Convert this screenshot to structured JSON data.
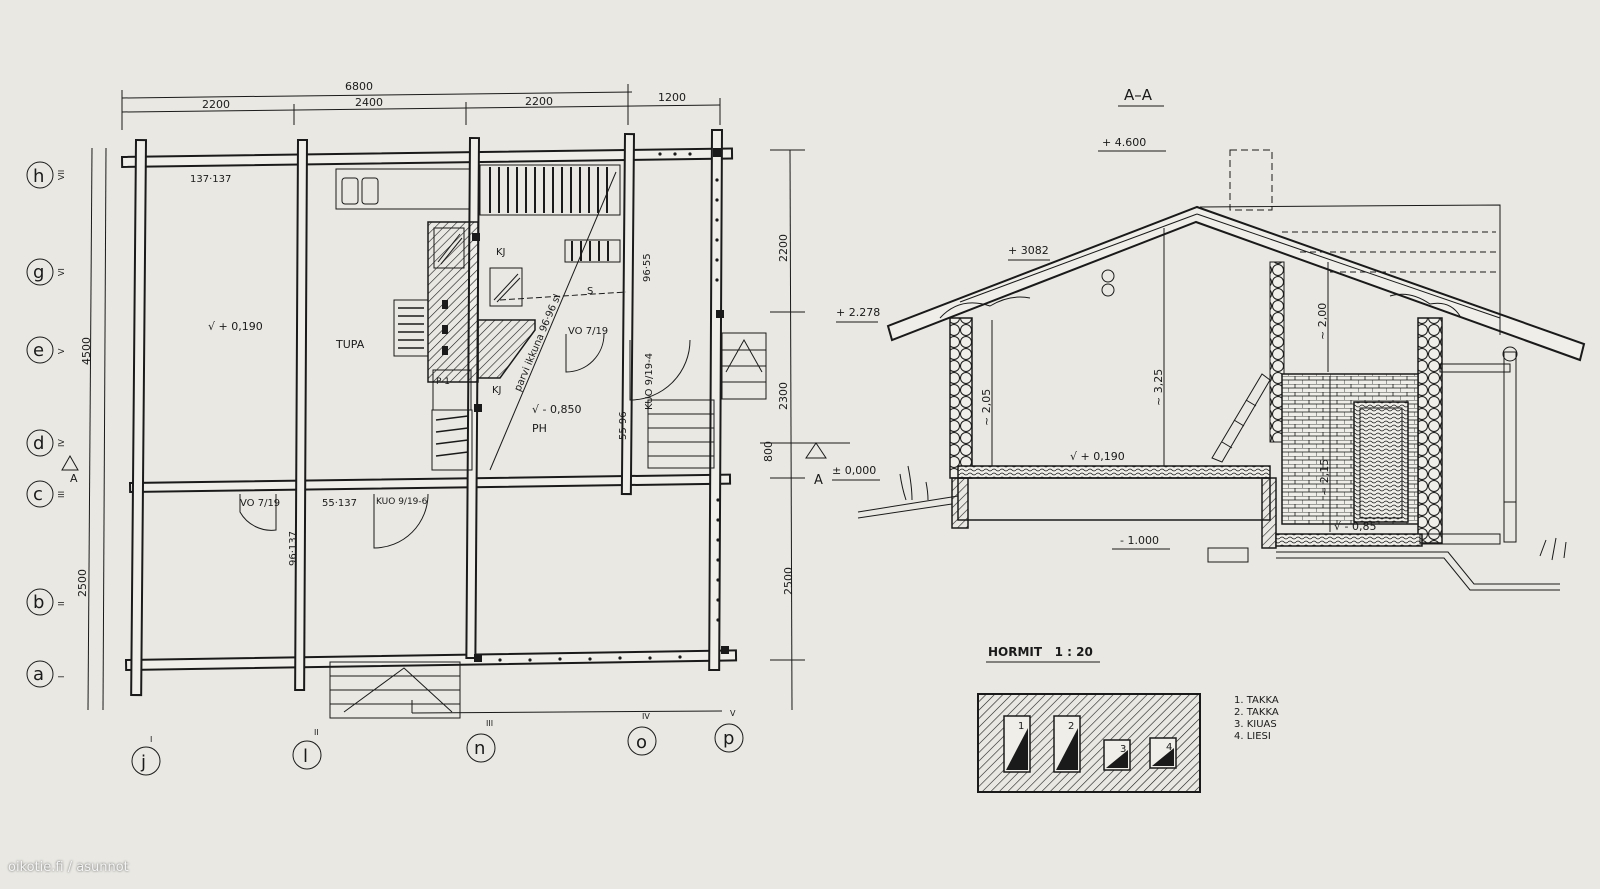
{
  "plan": {
    "dims_top": [
      "6800",
      "2200",
      "2400",
      "2200",
      "1200"
    ],
    "dims_right": [
      "2200",
      "2300",
      "800",
      "2500"
    ],
    "dims_left": [
      "4500",
      "2500"
    ],
    "grid_rows": [
      {
        "letter": "h",
        "roman": "VII"
      },
      {
        "letter": "g",
        "roman": "VI"
      },
      {
        "letter": "e",
        "roman": "V"
      },
      {
        "letter": "d",
        "roman": "IV"
      },
      {
        "letter": "c",
        "roman": "III"
      },
      {
        "letter": "b",
        "roman": "II"
      },
      {
        "letter": "a",
        "roman": "I"
      }
    ],
    "grid_cols": [
      {
        "letter": "j",
        "roman": "I"
      },
      {
        "letter": "l",
        "roman": "II"
      },
      {
        "letter": "n",
        "roman": "III"
      },
      {
        "letter": "o",
        "roman": "IV"
      },
      {
        "letter": "p",
        "roman": "V"
      }
    ],
    "labels": {
      "log_top": "137·137",
      "level_tupa": "√ + 0,190",
      "tupa": "TUPA",
      "kj1": "KJ",
      "kj2": "KJ",
      "p1": "P 1",
      "s": "S",
      "vo1": "VO 7/19",
      "vo2": "VO 7/19",
      "kuo1": "KUO 9/19-4",
      "kuo2": "KUO 9/19-6",
      "level_ph": "√ - 0,850",
      "ph": "PH",
      "log_96_55": "96·55",
      "log_55_96": "55·96",
      "log_55_137": "55·137",
      "log_96_137": "96·137",
      "window_note": "parvi ikkuna 96·96 sl",
      "section_mark": "A"
    }
  },
  "section": {
    "title": "A–A",
    "levels": [
      "+ 4.600",
      "+ 3082",
      "+ 2.278",
      "± 0,000",
      "- 1.000"
    ],
    "heights": [
      "~ 2,05",
      "~ 3,25",
      "~ 2,00",
      "~ 2,15"
    ],
    "floor_levels": [
      "√ + 0,190",
      "√ - 0,85"
    ]
  },
  "hormit": {
    "title": "HORMIT   1 : 20",
    "numbers": [
      "1",
      "2",
      "3",
      "4"
    ],
    "legend": [
      "1. TAKKA",
      "2. TAKKA",
      "3. KIUAS",
      "4. LIESI"
    ]
  },
  "watermark": "oikotie.fi / asunnot"
}
